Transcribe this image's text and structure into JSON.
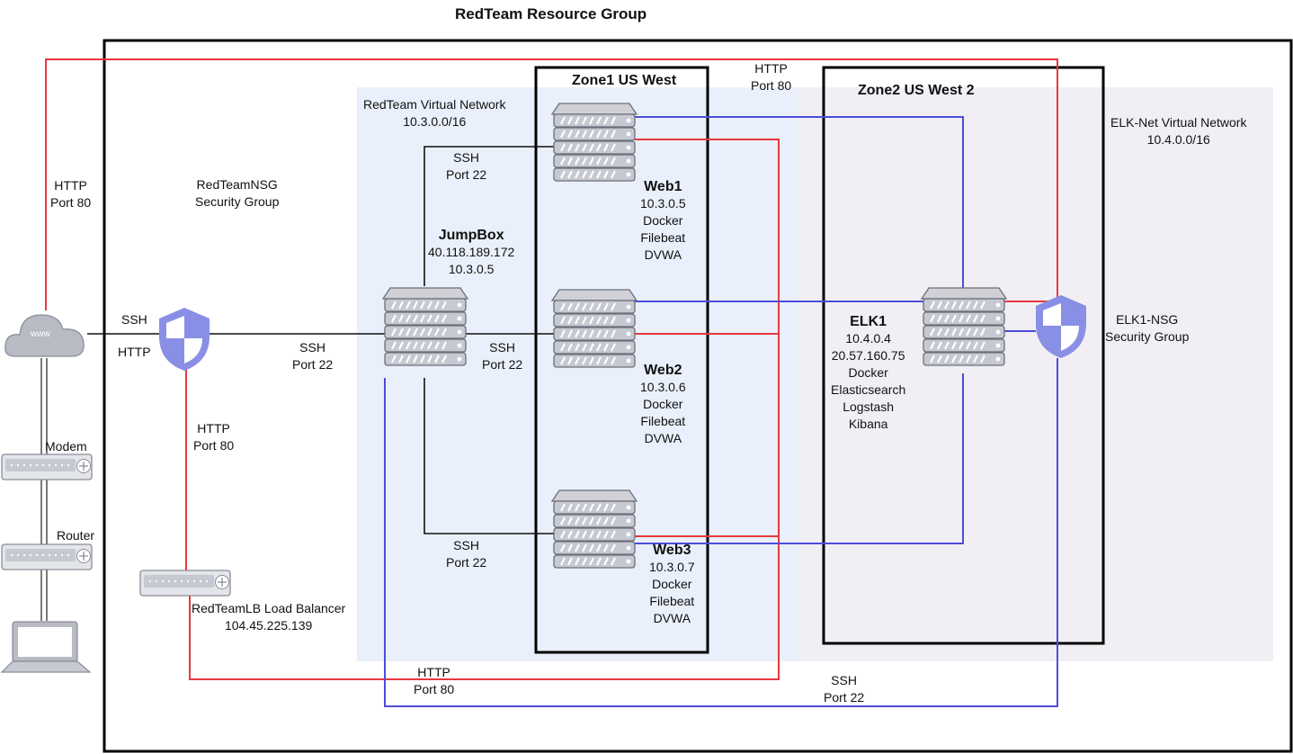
{
  "title": "RedTeam Resource Group",
  "regions": {
    "redteam_vnet": {
      "name": "RedTeam Virtual Network",
      "cidr": "10.3.0.0/16"
    },
    "elk_vnet": {
      "name": "ELK-Net Virtual Network",
      "cidr": "10.4.0.0/16"
    },
    "zone1": "Zone1 US West",
    "zone2": "Zone2 US West 2"
  },
  "nsg": {
    "redteam": [
      "RedTeamNSG",
      "Security Group"
    ],
    "elk": [
      "ELK1-NSG",
      "Security Group"
    ]
  },
  "devices": {
    "internet": "www",
    "modem": "Modem",
    "router": "Router",
    "jumpbox": {
      "name": "JumpBox",
      "lines": [
        "40.118.189.172",
        "10.3.0.5"
      ]
    },
    "web1": {
      "name": "Web1",
      "lines": [
        "10.3.0.5",
        "Docker",
        "Filebeat",
        "DVWA"
      ]
    },
    "web2": {
      "name": "Web2",
      "lines": [
        "10.3.0.6",
        "Docker",
        "Filebeat",
        "DVWA"
      ]
    },
    "web3": {
      "name": "Web3",
      "lines": [
        "10.3.0.7",
        "Docker",
        "Filebeat",
        "DVWA"
      ]
    },
    "elk1": {
      "name": "ELK1",
      "lines": [
        "10.4.0.4",
        "20.57.160.75",
        "Docker",
        "Elasticsearch",
        "Logstash",
        "Kibana"
      ]
    },
    "lb": [
      "RedTeamLB Load Balancer",
      "104.45.225.139"
    ]
  },
  "connections": {
    "http_port80": [
      "HTTP",
      "Port 80"
    ],
    "ssh_port22": [
      "SSH",
      "Port 22"
    ],
    "ssh": "SSH",
    "http": "HTTP"
  },
  "colors": {
    "http_line": "#e8383d",
    "ssh_line": "#111111",
    "elk_line": "#4d4dd8",
    "shield": "#8a8fe6"
  }
}
